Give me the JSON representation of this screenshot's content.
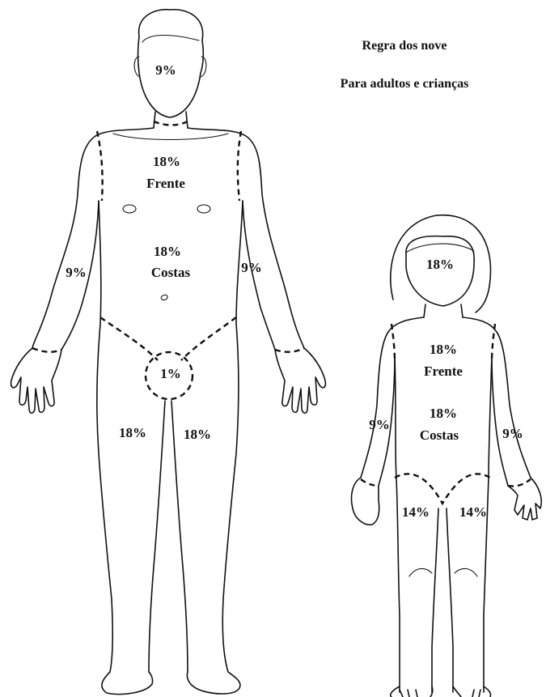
{
  "title": "Regra dos nove",
  "subtitle": "Para adultos e crianças",
  "adult": {
    "head": "9%",
    "chest_percent": "18%",
    "chest_word": "Frente",
    "back_percent": "18%",
    "back_word": "Costas",
    "left_arm": "9%",
    "right_arm": "9%",
    "groin": "1%",
    "left_leg": "18%",
    "right_leg": "18%"
  },
  "child": {
    "head": "18%",
    "chest_percent": "18%",
    "chest_word": "Frente",
    "back_percent": "18%",
    "back_word": "Costas",
    "left_arm": "9%",
    "right_arm": "9%",
    "left_leg": "14%",
    "right_leg": "14%"
  }
}
